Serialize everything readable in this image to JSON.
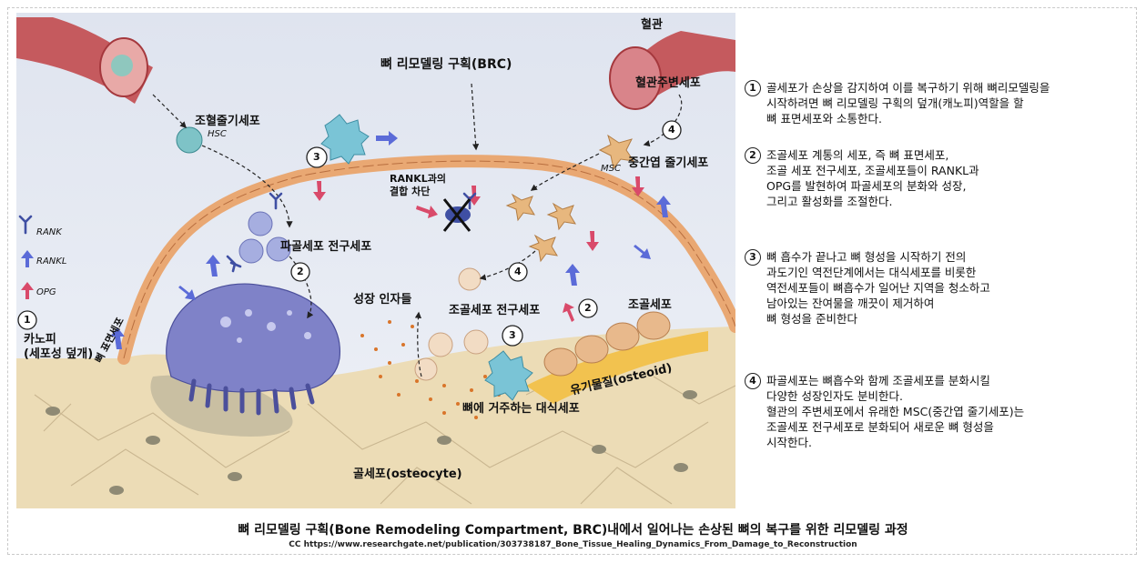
{
  "diagram": {
    "labels": {
      "vessel": "혈관",
      "brc": "뼈 리모델링 구획(BRC)",
      "pericyte": "혈관주변세포",
      "hsc_label": "조혈줄기세포",
      "hsc_tag": "HSC",
      "msc_label": "중간엽 줄기세포",
      "msc_tag": "MSC",
      "rankl_block": "RANKL과의\n결합 차단",
      "osteoclast_precursor": "파골세포 전구세포",
      "growth_factors": "성장 인자들",
      "osteoblast_precursor": "조골세포 전구세포",
      "osteoblast": "조골세포",
      "osteoid": "유기물질(osteoid)",
      "macrophage": "뼈에 거주하는 대식세포",
      "osteocyte": "골세포(osteocyte)",
      "lining": "뼈 표면세포",
      "canopy": "카노피\n(세포성 덮개)"
    },
    "legend": [
      {
        "name": "RANK",
        "color": "#3f4fa3",
        "glyph": "Y"
      },
      {
        "name": "RANKL",
        "color": "#5b6bd8",
        "glyph": "arrow"
      },
      {
        "name": "OPG",
        "color": "#d94a6a",
        "glyph": "arrow"
      }
    ],
    "step_markers": {
      "one": "1",
      "two": "2",
      "three": "3",
      "four": "4"
    },
    "colors": {
      "bone": "#ecdcb6",
      "osteoclast": "#7f82c8",
      "lining_cells": "#e9a873",
      "vessel": "#c55a5e",
      "osteoid": "#f2c24f",
      "macrophage": "#7ac4d6",
      "rankl_arrow": "#5b6bd8",
      "opg_arrow": "#d94a6a"
    }
  },
  "notes": [
    {
      "num": "1",
      "lines": [
        "골세포가 손상을 감지하여 이를 복구하기 위해 뼈리모델링을",
        "시작하려면 뼈 리모델링 구획의 덮개(캐노피)역할을 할",
        "뼈 표면세포와 소통한다."
      ]
    },
    {
      "num": "2",
      "lines": [
        "조골세포 계통의 세포, 즉 뼈 표면세포,",
        "조골 세포 전구세포, 조골세포들이 RANKL과",
        "OPG를 발현하여 파골세포의 분화와 성장,",
        "그리고 활성화를 조절한다."
      ]
    },
    {
      "num": "3",
      "lines": [
        "뼈 흡수가 끝나고 뼈 형성을 시작하기 전의",
        "과도기인 역전단계에서는 대식세포를 비롯한",
        "역전세포들이 뼈흡수가 일어난 지역을 청소하고",
        "남아있는 잔여물을 깨끗이 제거하여",
        "뼈 형성을 준비한다"
      ]
    },
    {
      "num": "4",
      "lines": [
        "파골세포는 뼈흡수와 함께 조골세포를 분화시킬",
        "다양한 성장인자도 분비한다.",
        "혈관의 주변세포에서 유래한 MSC(중간엽 줄기세포)는",
        "조골세포 전구세포로 분화되어 새로운 뼈 형성을",
        "시작한다."
      ]
    }
  ],
  "caption": "뼈 리모델링 구획(Bone Remodeling Compartment, BRC)내에서 일어나는 손상된 뼈의 복구를 위한 리모델링 과정",
  "credit": "CC https://www.researchgate.net/publication/303738187_Bone_Tissue_Healing_Dynamics_From_Damage_to_Reconstruction"
}
